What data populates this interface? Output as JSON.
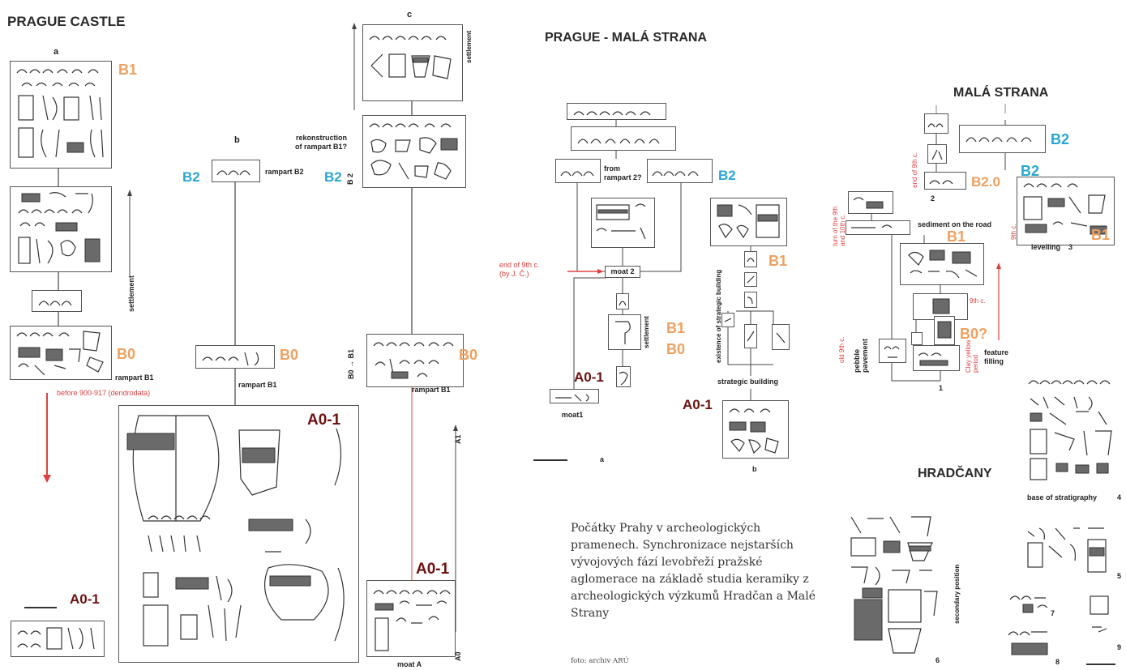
{
  "titles": {
    "prague_castle": "PRAGUE CASTLE",
    "mala_strana_main": "PRAGUE - MALÁ STRANA",
    "mala_strana": "MALÁ STRANA",
    "hradcany": "HRADČANY"
  },
  "castle": {
    "col_a": "a",
    "col_b": "b",
    "col_c": "c",
    "b1": "B1",
    "b0_a": "B0",
    "b0_b": "B0",
    "b0_c": "B0",
    "b2_b": "B2",
    "b2_c": "B2",
    "a01_main": "A0-1",
    "a01_left": "A0-1",
    "a01_right": "A0-1",
    "settlement": "settlement",
    "rampart_b1_a": "rampart B1",
    "rampart_b1_b": "rampart B1",
    "rampart_b1_c": "rampart B1",
    "rampart_b2": "rampart B2",
    "before_date": "before 900-917 (dendrodata)",
    "reconstruction": "rekonstruction\nof rampart B1?",
    "settlement_c": "settlement",
    "axis_b2": "B 2",
    "axis_b0b1": "B0 → B1",
    "axis_a0": "A0",
    "axis_a1": "A1",
    "moat_a": "moat A"
  },
  "mala_strana_main": {
    "from_rampart": "from\nrampart 2?",
    "b2": "B2",
    "moat2": "moat 2",
    "end_9th": "end of 9th c.\n(by J. Č.)",
    "settlement": "settlement",
    "b1_a": "B1",
    "b0_a": "B0",
    "a01_a": "A0-1",
    "moat1": "moat1",
    "label_a": "a",
    "existence": "existence of strategic building",
    "b1_b": "B1",
    "strategic_building": "strategic building",
    "a01_b": "A0-1",
    "label_b": "b"
  },
  "mala_strana": {
    "b2_a": "B2",
    "b2_0": "B2.0",
    "b2_b": "B2",
    "b1_a": "B1",
    "b1_b": "B1",
    "b0q": "B0?",
    "num_1": "1",
    "num_2": "2",
    "num_3": "3",
    "sediment": "sediment on the road",
    "levelling": "levelling",
    "feature_filling": "feature\nfilling",
    "pebble_pavement": "pebble\npavement",
    "end_9th_10th": "turn of the 9th\nand 10th c.",
    "end_of_9th": "end of 9th c.",
    "ninth_c": "9th c.",
    "old_9th": "old 9th c.",
    "clay_yellow": "Clay yellow\nperiod",
    "ninth_c_b": "9th c."
  },
  "hradcany": {
    "base": "base of stratigraphy",
    "num_4": "4",
    "secondary": "secondary position",
    "num_5": "5",
    "num_6": "6",
    "num_7": "7",
    "num_8": "8",
    "num_9": "9"
  },
  "caption": {
    "text": "Počátky Prahy v archeologických pramenech. Synchronizace nejstarších vývojových fází levobřeží pražské aglomerace na základě studia keramiky z archeologických výzkumů Hradčan a Malé Strany",
    "foto": "foto: archiv ARÚ"
  },
  "colors": {
    "orange": "#f0a060",
    "blue": "#2aa6d2",
    "dark_red": "#6e1010",
    "red": "#e04040"
  }
}
